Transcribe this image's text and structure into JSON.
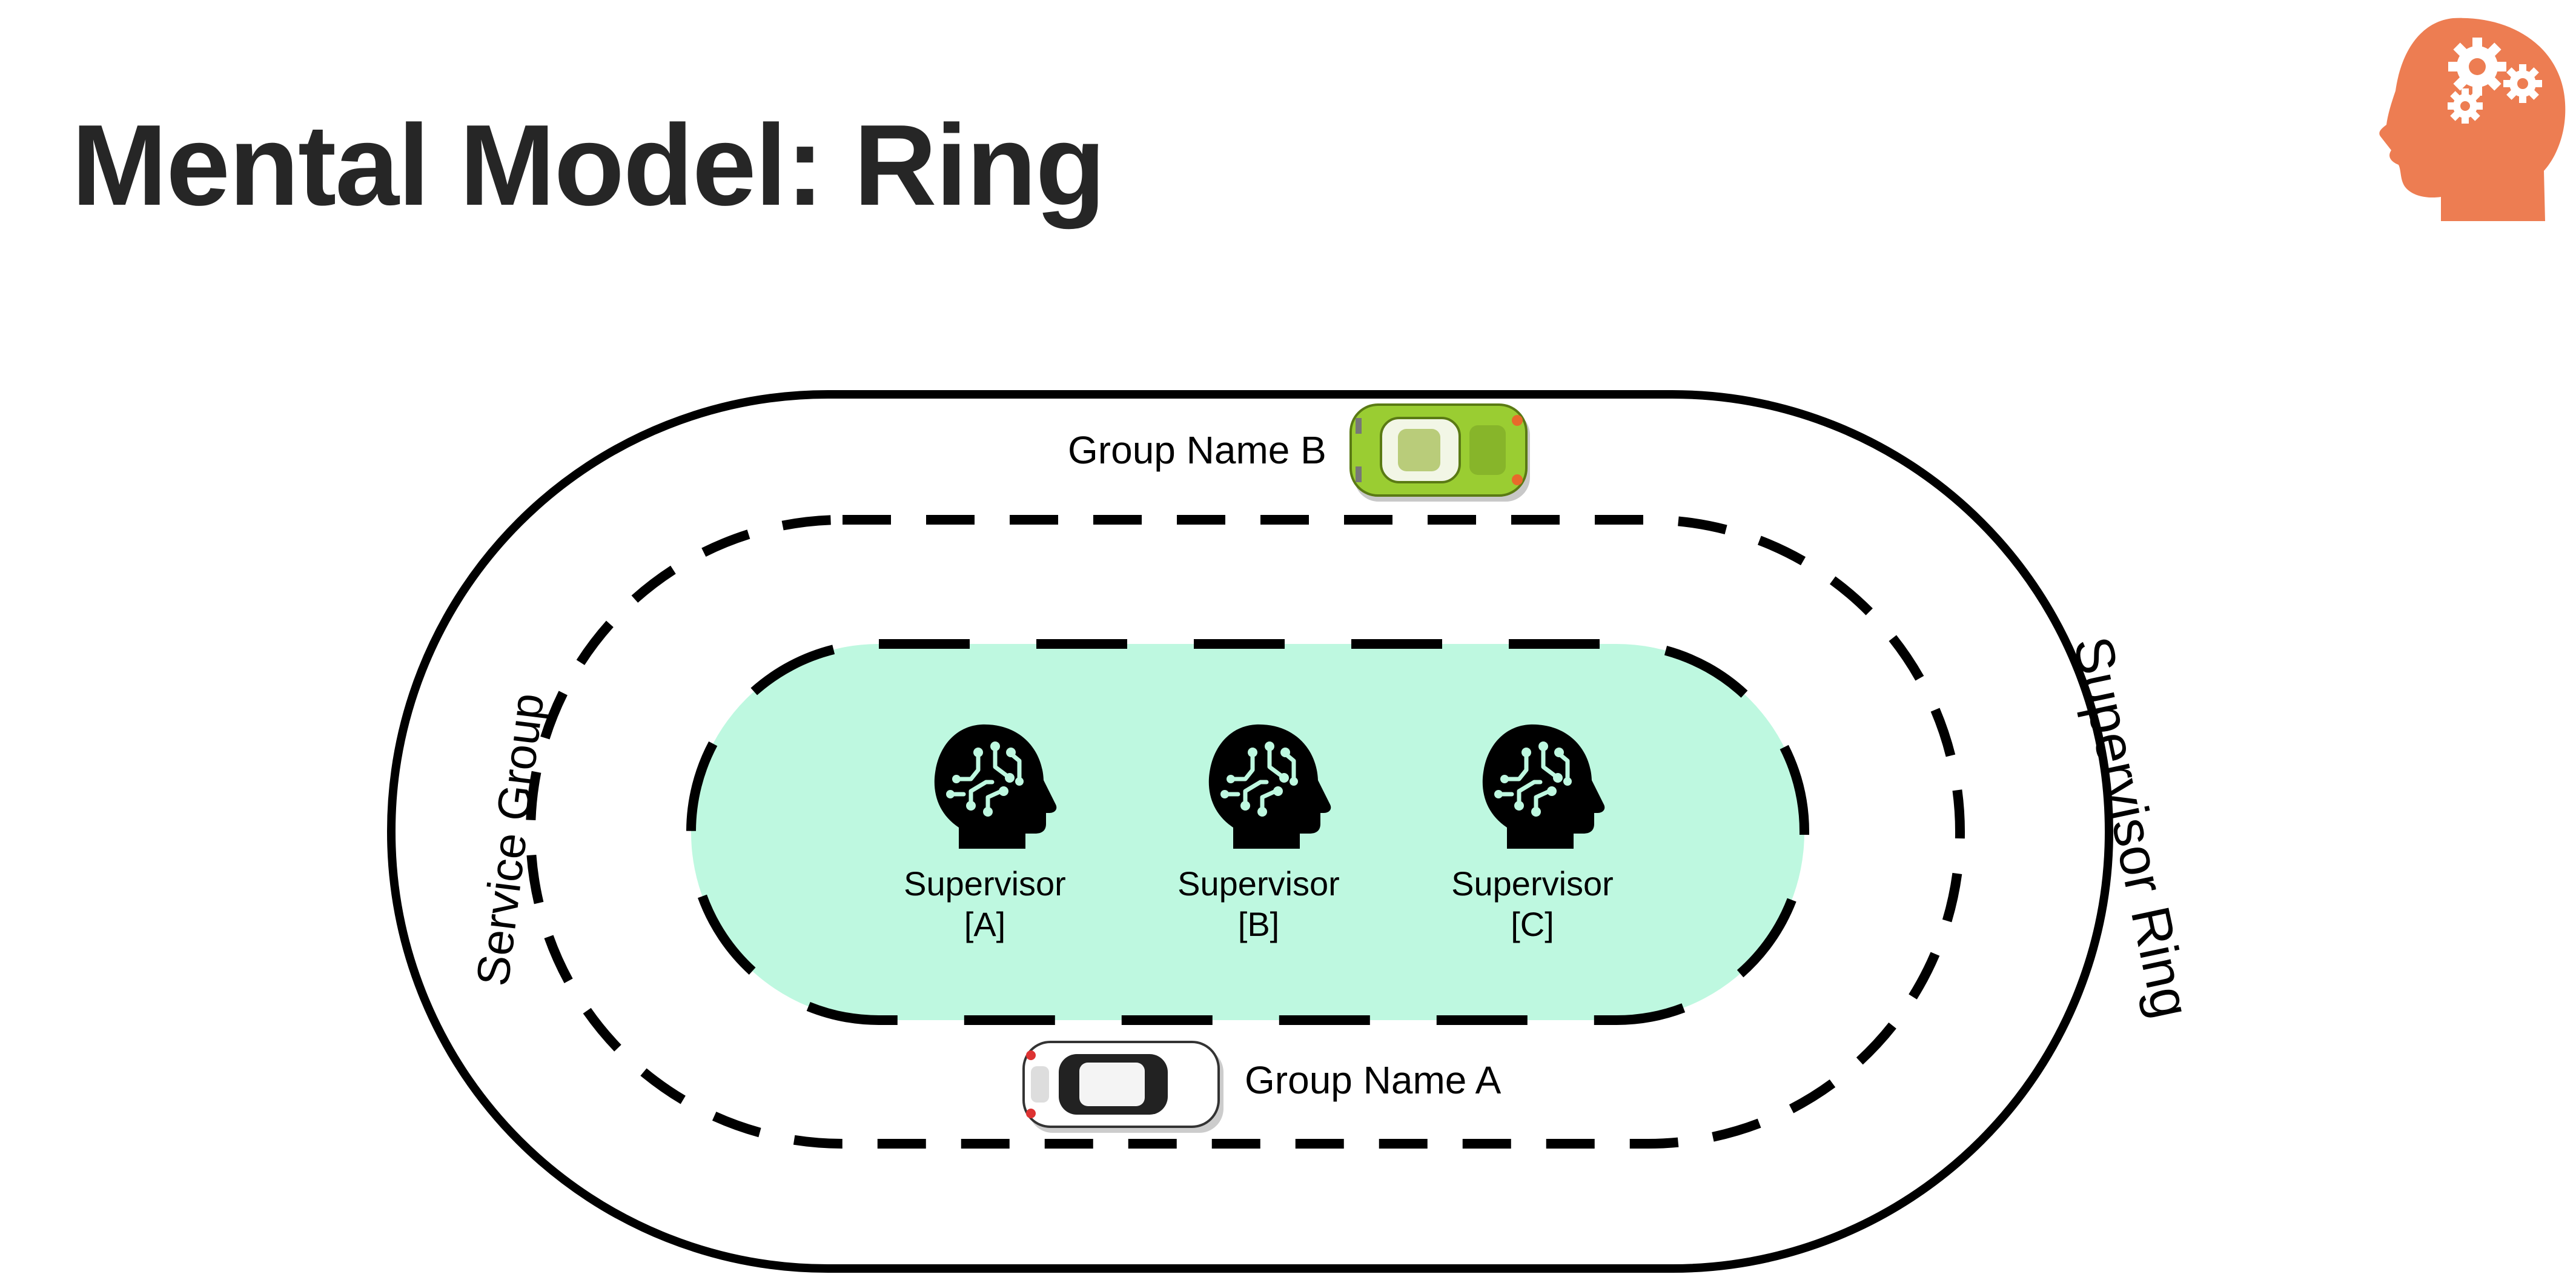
{
  "slide": {
    "title": "Mental Model: Ring"
  },
  "colors": {
    "title": "#262626",
    "logo": "#ED7D52",
    "inner_fill": "#BEF8E0",
    "ring_stroke": "#000000"
  },
  "icons": {
    "logo": "head-with-gears-icon",
    "supervisor": "brain-circuit-head-icon",
    "car_b": "green-car-icon",
    "car_a": "white-car-icon"
  },
  "diagram": {
    "outer_ring_label": "Supervisor Ring",
    "middle_ring_label": "Service Group",
    "group_b_label": "Group Name B",
    "group_a_label": "Group Name A",
    "supervisors": [
      {
        "name": "Supervisor",
        "id": "[A]"
      },
      {
        "name": "Supervisor",
        "id": "[B]"
      },
      {
        "name": "Supervisor",
        "id": "[C]"
      }
    ]
  }
}
